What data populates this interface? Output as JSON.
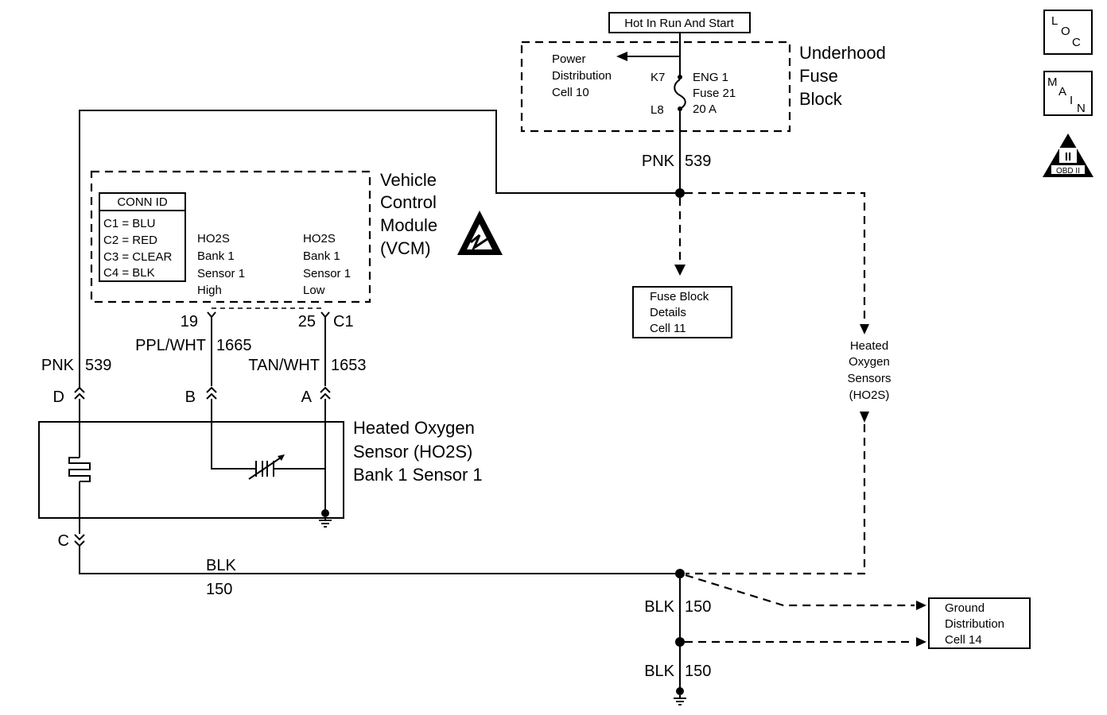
{
  "power_source": "Hot In Run And Start",
  "fuse_block": {
    "title": [
      "Underhood",
      "Fuse",
      "Block"
    ],
    "power_distribution": [
      "Power",
      "Distribution",
      "Cell 10"
    ],
    "fuse": [
      "ENG 1",
      "Fuse 21",
      "20 A"
    ],
    "terminal_top": "K7",
    "terminal_bottom": "L8"
  },
  "wire_pnk_539": {
    "color": "PNK",
    "circuit": "539"
  },
  "vcm": {
    "title": [
      "Vehicle",
      "Control",
      "Module",
      "(VCM)"
    ],
    "conn_id": {
      "header": "CONN ID",
      "rows": [
        "C1 = BLU",
        "C2 = RED",
        "C3 = CLEAR",
        "C4 = BLK"
      ]
    },
    "high_label": [
      "HO2S",
      "Bank 1",
      "Sensor 1",
      "High"
    ],
    "low_label": [
      "HO2S",
      "Bank 1",
      "Sensor 1",
      "Low"
    ],
    "pin_high": "19",
    "pin_low": "25",
    "connector": "C1"
  },
  "wire_ppl_wht": {
    "color": "PPL/WHT",
    "circuit": "1665"
  },
  "wire_tan_wht": {
    "color": "TAN/WHT",
    "circuit": "1653"
  },
  "sensor": {
    "title": [
      "Heated Oxygen",
      "Sensor (HO2S)",
      "Bank 1 Sensor 1"
    ],
    "pins": {
      "d": "D",
      "b": "B",
      "a": "A",
      "c": "C"
    }
  },
  "wire_blk_150": {
    "color": "BLK",
    "circuit": "150"
  },
  "fuse_block_details": [
    "Fuse Block",
    "Details",
    "Cell 11"
  ],
  "heated_oxygen_sensors": [
    "Heated",
    "Oxygen",
    "Sensors",
    "(HO2S)"
  ],
  "ground_distribution": [
    "Ground",
    "Distribution",
    "Cell 14"
  ],
  "icons": {
    "loc": [
      "L",
      "O",
      "C"
    ],
    "main": [
      "M",
      "A",
      "I",
      "N"
    ],
    "obd": {
      "numeral": "II",
      "label": "OBD II"
    }
  }
}
